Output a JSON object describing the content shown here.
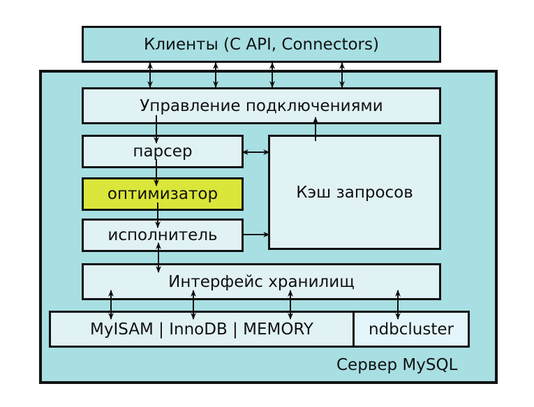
{
  "diagram": {
    "clients": "Клиенты (C API, Connectors)",
    "server_label": "Сервер MySQL",
    "connection_management": "Управление подключениями",
    "parser": "парсер",
    "optimizer": "оптимизатор",
    "executor": "исполнитель",
    "query_cache": "Кэш запросов",
    "storage_interface": "Интерфейс хранилищ",
    "engines": "MyISAM | InnoDB | MEMORY",
    "ndbcluster": "ndbcluster",
    "colors": {
      "server_bg": "#a8dfe3",
      "box_bg": "#e1f2f5",
      "optimizer_bg": "#dbe63a",
      "border": "#111111"
    }
  }
}
